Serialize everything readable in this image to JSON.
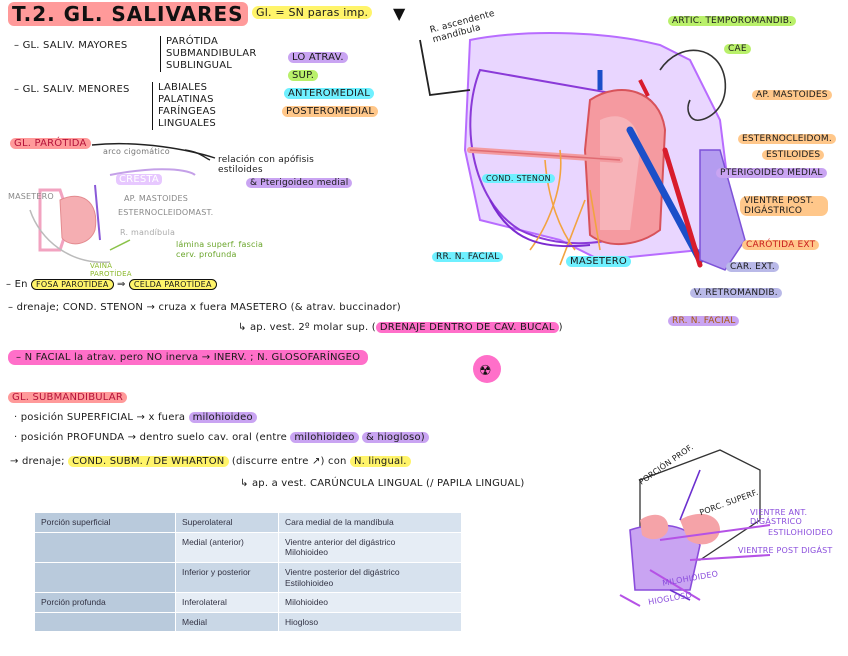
{
  "title": "T.2. GL. SALIVARES",
  "title_note": "Gl. = SN paras imp.",
  "left": {
    "mayores_label": "– GL. SALIV. MAYORES",
    "mayores_items": [
      "PARÓTIDA",
      "SUBMANDIBULAR",
      "SUBLINGUAL"
    ],
    "menores_label": "– GL. SALIV. MENORES",
    "menores_items": [
      "LABIALES",
      "PALATINAS",
      "FARÍNGEAS",
      "LINGUALES"
    ],
    "tags": [
      "LO ATRAV.",
      "SUP.",
      "ANTEROMEDIAL",
      "POSTEROMEDIAL"
    ],
    "parotida_label": "GL. PARÓTIDA",
    "parotida_rel1": "relación con apófisis estiloides",
    "parotida_rel2": "& Pterigoideo medial",
    "arco": "arco cigomático",
    "cresta": "CRESTA",
    "masetero_small": "MASETERO",
    "ap_mastoides_small": "AP. MASTOIDES",
    "esternocleido_small": "ESTERNOCLEIDOMAST.",
    "r_mandibula": "R. mandíbula",
    "lamina": "lámina superf. fascia cerv. profunda",
    "vaina": "VAINA PAROTÍDEA",
    "fosa_prefix": "– En",
    "fosa": "FOSA PAROTÍDEA",
    "celda": "CELDA PAROTÍDEA",
    "drenaje_line": "– drenaje; COND. STENON → cruza x fuera MASETERO (& atrav. buccinador)",
    "drenaje_line2": "↳ ap. vest. 2º molar sup. (",
    "drenaje_hl": "DRENAJE DENTRO DE CAV. BUCAL",
    "nfacial_line": "– N FACIAL la atrav. pero NO inerva → INERV. ; N. GLOSOFARÍNGEO",
    "sub_label": "GL. SUBMANDIBULAR",
    "sub_pos1": "· posición SUPERFICIAL → x fuera",
    "sub_pos1_hl": "milohioideo",
    "sub_pos2": "· posición PROFUNDA → dentro suelo cav. oral (entre",
    "sub_pos2_hl1": "milohioideo",
    "sub_pos2_hl2": "& hiogloso)",
    "sub_dren": "→ drenaje;",
    "sub_dren_hl": "COND. SUBM. / DE WHARTON",
    "sub_dren_rest": "(discurre entre ↗) con",
    "sub_dren_hl2": "N. lingual.",
    "sub_dren2": "↳ ap. a vest. CARÚNCULA LINGUAL (/ PAPILA LINGUAL)"
  },
  "right": {
    "r_ascendente": "R. ascendente mandíbula",
    "artic": "ARTIC. TEMPOROMANDIB.",
    "cae": "CAE",
    "ap_mastoides": "AP. MASTOIDES",
    "esternocleidom": "ESTERNOCLEIDOM.",
    "estiloides": "ESTILOIDES",
    "pterigoideo": "PTERIGOIDEO MEDIAL",
    "vientre_post": "VIENTRE POST. DIGÁSTRICO",
    "carotida_ext": "CARÓTIDA EXT",
    "car_ext": "CAR. EXT.",
    "v_retromandib": "V. RETROMANDIB.",
    "rr_facial2": "RR. N. FACIAL",
    "cond_stenon": "COND. STENON",
    "rr_facial": "RR. N. FACIAL",
    "masetero": "MASETERO"
  },
  "sub_diagram": {
    "porcion_prof": "PORCIÓN PROF.",
    "porc_superf": "PORC. SUPERF.",
    "vientre_ant": "VIENTRE ANT. DIGÁSTRICO",
    "estilohioideo": "ESTILOHIOIDEO",
    "vientre_post": "VIENTRE POST DIGÁST",
    "milohioideo": "MILOHIOIDEO",
    "hiogloso": "HIOGLOSO"
  },
  "table": {
    "rows": [
      {
        "c0": "Porción superficial",
        "c1": "Superolateral",
        "c2": "Cara medial de la mandíbula"
      },
      {
        "c0": "",
        "c1": "Medial (anterior)",
        "c2": "Vientre anterior del digástrico\nMilohioideo"
      },
      {
        "c0": "",
        "c1": "Inferior y posterior",
        "c2": "Vientre posterior del digástrico\nEstilohioideo"
      },
      {
        "c0": "Porción profunda",
        "c1": "Inferolateral",
        "c2": "Milohioideo"
      },
      {
        "c0": "",
        "c1": "Medial",
        "c2": "Hiogloso"
      }
    ]
  },
  "colors": {
    "violet": "#c9a4f2",
    "yellow": "#fff46a",
    "cyan": "#6ff0ff",
    "orange": "#ffc78a",
    "pink": "#ff6fc9",
    "green": "#b9f06a",
    "red_hl": "#ff9a9a",
    "salmon": "#f28b8b",
    "blue_hl": "#9fd0ff"
  }
}
